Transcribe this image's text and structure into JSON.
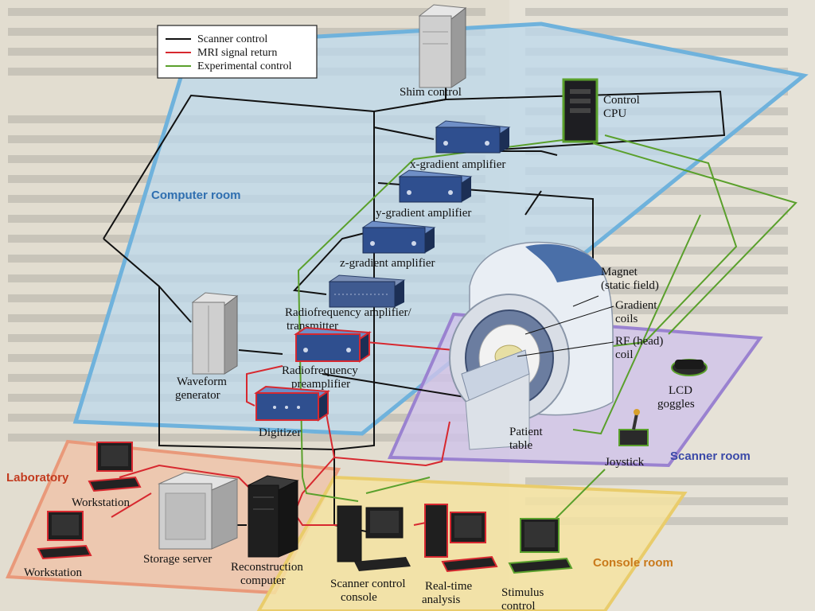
{
  "legend": {
    "items": [
      {
        "label": "Scanner control",
        "color": "#111111"
      },
      {
        "label": "MRI signal return",
        "color": "#d7282f"
      },
      {
        "label": "Experimental control",
        "color": "#5aa02c"
      }
    ]
  },
  "rooms": {
    "computer": {
      "label": "Computer room",
      "color": "#2f6fb0"
    },
    "scanner": {
      "label": "Scanner room",
      "color": "#3b4aa8"
    },
    "laboratory": {
      "label": "Laboratory",
      "color": "#c23b1f"
    },
    "console": {
      "label": "Console room",
      "color": "#c9791b"
    }
  },
  "components": {
    "shim_control": "Shim control",
    "control_cpu_1": "Control",
    "control_cpu_2": "CPU",
    "x_gradient": "x-gradient amplifier",
    "y_gradient": "y-gradient amplifier",
    "z_gradient": "z-gradient amplifier",
    "rf_amp_1": "Radiofrequency amplifier/",
    "rf_amp_2": "transmitter",
    "rf_pre_1": "Radiofrequency",
    "rf_pre_2": "preamplifier",
    "digitizer": "Digitizer",
    "waveform_1": "Waveform",
    "waveform_2": "generator",
    "magnet_1": "Magnet",
    "magnet_2": "(static field)",
    "gradient_coils_1": "Gradient",
    "gradient_coils_2": "coils",
    "rf_coil_1": "RF (head)",
    "rf_coil_2": "coil",
    "patient_table_1": "Patient",
    "patient_table_2": "table",
    "lcd_goggles_1": "LCD",
    "lcd_goggles_2": "goggles",
    "joystick": "Joystick",
    "workstation_top": "Workstation",
    "workstation_bottom": "Workstation",
    "storage_server": "Storage server",
    "recon_1": "Reconstruction",
    "recon_2": "computer",
    "scanner_console_1": "Scanner control",
    "scanner_console_2": "console",
    "realtime_1": "Real-time",
    "realtime_2": "analysis",
    "stimulus_1": "Stimulus",
    "stimulus_2": "control"
  }
}
